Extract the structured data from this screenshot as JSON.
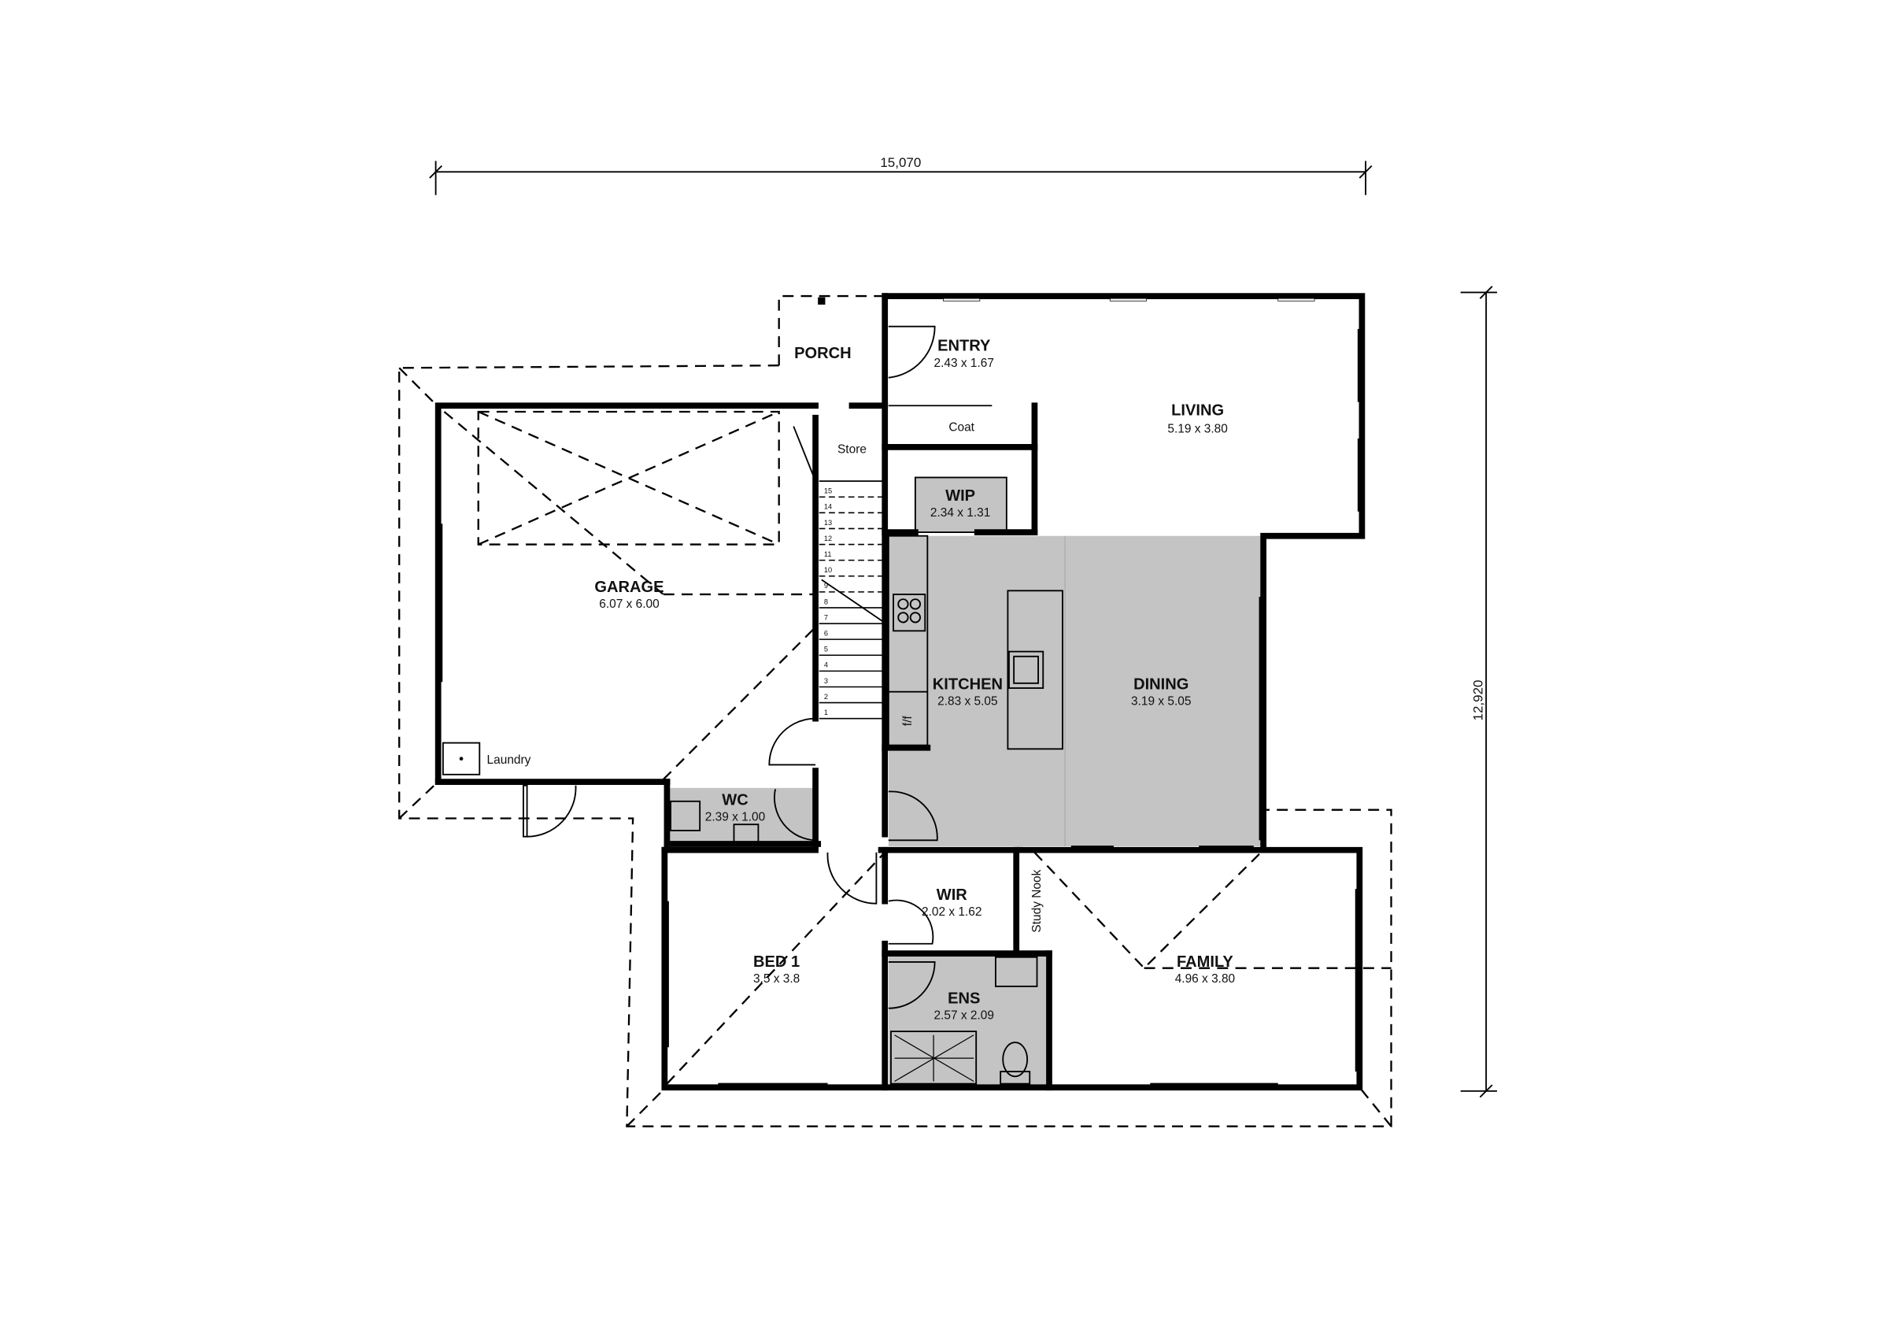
{
  "dimensions": {
    "width": "15,070",
    "depth": "12,920"
  },
  "rooms": {
    "porch": {
      "name": "PORCH"
    },
    "entry": {
      "name": "ENTRY",
      "size": "2.43 x 1.67"
    },
    "living": {
      "name": "LIVING",
      "size": "5.19 x 3.80"
    },
    "coat": {
      "name": "Coat"
    },
    "store": {
      "name": "Store"
    },
    "wip": {
      "name": "WIP",
      "size": "2.34 x 1.31"
    },
    "garage": {
      "name": "GARAGE",
      "size": "6.07 x 6.00"
    },
    "laundry": {
      "name": "Laundry"
    },
    "kitchen": {
      "name": "KITCHEN",
      "size": "2.83 x 5.05"
    },
    "fridge": {
      "name": "f/f"
    },
    "dining": {
      "name": "DINING",
      "size": "3.19 x 5.05"
    },
    "wc": {
      "name": "WC",
      "size": "2.39 x 1.00"
    },
    "wir": {
      "name": "WIR",
      "size": "2.02 x 1.62"
    },
    "study": {
      "name": "Study Nook"
    },
    "bed1": {
      "name": "BED 1",
      "size": "3.5 x 3.8"
    },
    "ens": {
      "name": "ENS",
      "size": "2.57 x 2.09"
    },
    "family": {
      "name": "FAMILY",
      "size": "4.96 x 3.80"
    }
  },
  "stairs": [
    "1",
    "2",
    "3",
    "4",
    "5",
    "6",
    "7",
    "8",
    "9",
    "10",
    "11",
    "12",
    "13",
    "14",
    "15"
  ],
  "colors": {
    "wet_area_fill": "#c4c4c4",
    "walls": "#000000"
  }
}
